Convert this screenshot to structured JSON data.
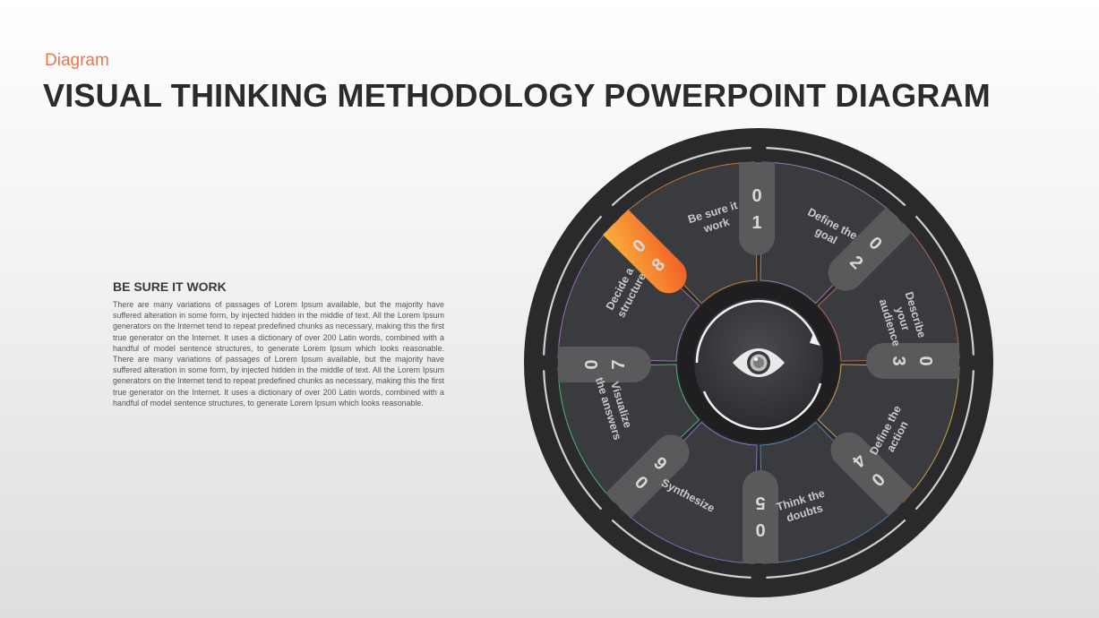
{
  "header": {
    "category": "Diagram",
    "title": "VISUAL THINKING METHODOLOGY POWERPOINT DIAGRAM"
  },
  "side_panel": {
    "heading": "BE SURE IT WORK",
    "body": "There are many variations of passages of Lorem Ipsum available, but the majority have suffered alteration in some form, by injected hidden in the middle of text. All the Lorem Ipsum generators on the Internet tend to repeat predefined chunks as necessary, making this the first true generator on the Internet. It uses a dictionary of over 200 Latin words, combined with a handful of model sentence structures, to generate Lorem Ipsum which looks reasonable. There are many variations of passages of Lorem Ipsum available, but the majority have suffered alteration in some form, by injected hidden in the middle of text. All the Lorem Ipsum generators on the Internet tend to repeat predefined chunks as necessary, making this the first true generator on the Internet. It uses a dictionary of over 200 Latin words, combined with a handful of model sentence structures, to generate Lorem Ipsum which looks reasonable."
  },
  "diagram": {
    "center_icon": "eye-icon",
    "colors": {
      "highlight_start": "#fbb03b",
      "highlight_end": "#f15a24",
      "outer_ring": "#2a2a2c",
      "segment": "#3a3b3f"
    },
    "steps": [
      {
        "number": "01",
        "label": "Define the goal",
        "lines": [
          "Define the",
          "goal"
        ],
        "edge_color": "#8a7fb0"
      },
      {
        "number": "02",
        "label": "Describe your audience",
        "lines": [
          "Describe",
          "your",
          "audience"
        ],
        "edge_color": "#b06a55"
      },
      {
        "number": "03",
        "label": "Define the action",
        "lines": [
          "Define the",
          "action"
        ],
        "edge_color": "#c8a14a"
      },
      {
        "number": "04",
        "label": "Think the doubts",
        "lines": [
          "Think the",
          "doubts"
        ],
        "edge_color": "#5a7fb0"
      },
      {
        "number": "05",
        "label": "Synthesize",
        "lines": [
          "Synthesize"
        ],
        "edge_color": "#8a6fc0"
      },
      {
        "number": "06",
        "label": "Visualize the answers",
        "lines": [
          "Visualize",
          "the answers"
        ],
        "edge_color": "#4fae7a"
      },
      {
        "number": "07",
        "label": "Decide a structure",
        "lines": [
          "Decide a",
          "structure"
        ],
        "edge_color": "#9a6fb0"
      },
      {
        "number": "08",
        "label": "Be sure it work",
        "lines": [
          "Be sure it",
          "work"
        ],
        "edge_color": "#c07a3a",
        "highlighted": true
      }
    ]
  }
}
